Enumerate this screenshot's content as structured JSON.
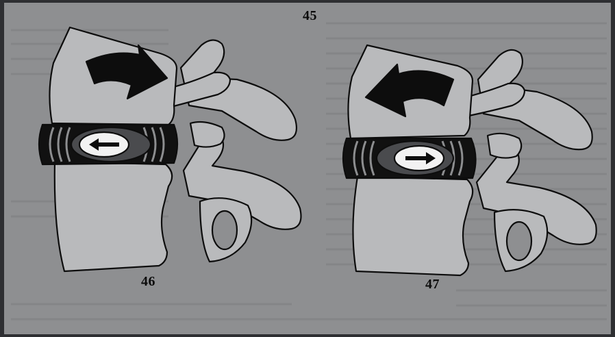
{
  "figures": {
    "top_number": "45",
    "left_number": "46",
    "right_number": "47"
  },
  "illustrations": [
    {
      "name": "vertebra-left",
      "rotation_arrow": "clockwise",
      "disc_arrow": "left"
    },
    {
      "name": "vertebra-right",
      "rotation_arrow": "counterclockwise",
      "disc_arrow": "right"
    }
  ],
  "colors": {
    "page": "#8e8f91",
    "bone": "#b9babc",
    "ink": "#0d0d0d",
    "disc_ring": "#4a4b4e"
  }
}
